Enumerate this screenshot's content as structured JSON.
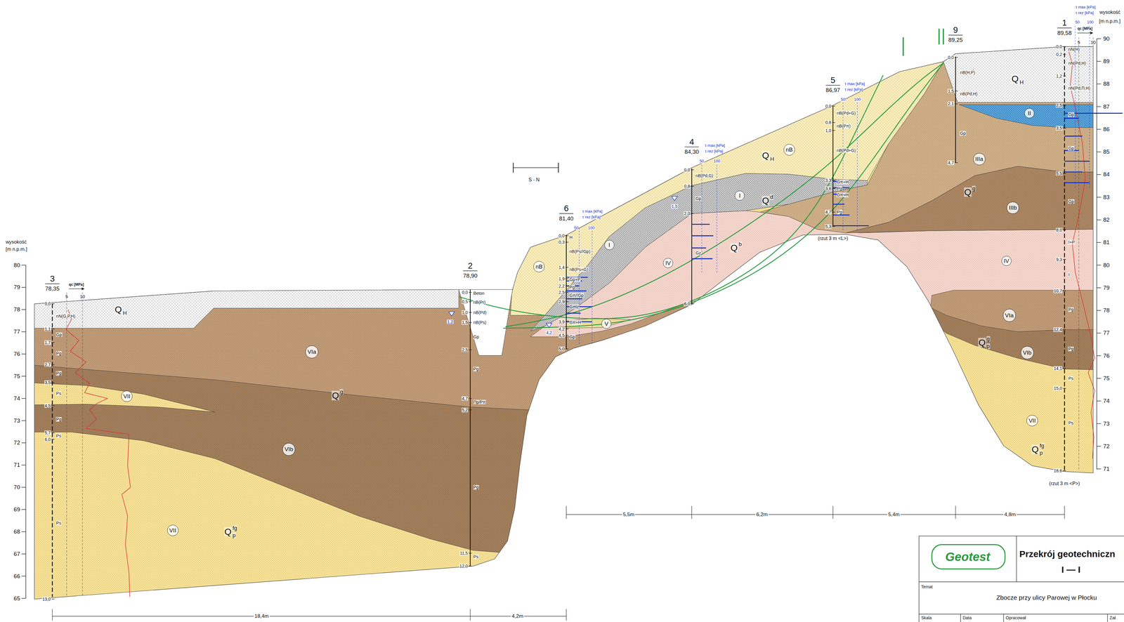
{
  "diagram": {
    "nodes": [
      {
        "text": [
          "VIa"
        ]
      },
      {
        "text": [
          "VII"
        ]
      },
      {
        "text": [
          "VIb"
        ]
      },
      {
        "text": [
          "VII"
        ]
      },
      {
        "text": [
          "nB"
        ]
      },
      {
        "text": [
          "I"
        ]
      },
      {
        "text": [
          "V"
        ]
      },
      {
        "text": [
          "IV"
        ]
      },
      {
        "text": [
          "I"
        ]
      },
      {
        "text": [
          "nB"
        ]
      },
      {
        "text": [
          "II"
        ]
      },
      {
        "text": [
          "IIIa"
        ]
      },
      {
        "text": [
          "IIIb"
        ]
      },
      {
        "text": [
          "IV"
        ]
      },
      {
        "text": [
          "VIa"
        ]
      },
      {
        "text": [
          "VIb"
        ]
      },
      {
        "text": [
          "VII"
        ]
      }
    ],
    "labels": [
      "wysokość",
      "[m n.p.m.]",
      "80",
      "79",
      "78",
      "77",
      "76",
      "75",
      "74",
      "73",
      "72",
      "71",
      "70",
      "69",
      "68",
      "67",
      "66",
      "65",
      "τ max [kPa]",
      "τ rez [kPa]",
      "wysokość",
      "[m n.p.m.]",
      "1",
      "89,58",
      "50",
      "100",
      "qc [MPa]",
      "5",
      "10",
      "90",
      "89",
      "88",
      "87",
      "86",
      "85",
      "84",
      "83",
      "82",
      "81",
      "80",
      "79",
      "78",
      "77",
      "76",
      "75",
      "74",
      "73",
      "72",
      "71",
      "3",
      "78,35",
      "qc [MPa]",
      "5",
      "10",
      "0,0",
      "1,1",
      "1,7",
      "2,7",
      "3,5",
      "4,5",
      "5,7",
      "6,0",
      "13,0",
      "nN(G,P,H)",
      "Gp",
      "Pg",
      "Pg",
      "Ps",
      "Pg",
      "Ps",
      "Ps",
      "2",
      "78,90",
      "0,0",
      "0,5",
      "1,0",
      "1,5",
      "2,5",
      "4,7",
      "5,2",
      "11,5",
      "12,0",
      "Beton",
      "nB(Pr)",
      "nB(Pd)",
      "nB(Ps)",
      "Gp",
      "Pg",
      "Πp/Pπ",
      "Pg",
      "Ps",
      "1,2",
      "6",
      "81,40",
      "τ max [kPa]",
      "τ rez [kPa]",
      "50",
      "100",
      "0,0",
      "0,3",
      "1,4",
      "1,9",
      "2,2",
      "2,5",
      "2,9",
      "3,9",
      "4,2",
      "4,5",
      "5,0",
      "H",
      "nB(Ps//Gp)",
      "nB(Ps+G)",
      "Gp+P",
      "Pg",
      "Gπ//Gp",
      "Gπtz",
      "Gπ+H",
      "Gp",
      "4,2",
      "4",
      "84,30",
      "τ max [kPa]",
      "τ rez [kPa]",
      "50",
      "100",
      "0,0",
      "0,8",
      "2,0",
      "6,0",
      "nB(Pd,G)",
      "Gp",
      "Gz",
      "1,5",
      "5",
      "86,97",
      "τ max [kPa]",
      "τ rez [kPa]",
      "50",
      "100",
      "0,0",
      "0,8",
      "1,0",
      "3,3",
      "3,6",
      "4,7",
      "5,3",
      "nB(Pd+G)",
      "nB(Pπ)",
      "nB(Pd+G)",
      "Gπ+H",
      "Pg",
      "Gπ+H",
      "Pg",
      "(rzut 3 m <L>)",
      "9",
      "89,25",
      "0,0",
      "1,5",
      "2,1",
      "4,7",
      "nB(H,P)",
      "nB(Pd,H)",
      "Gp",
      "0,0",
      "0,2",
      "1,2",
      "2,5",
      "3,5",
      "5,5",
      "8,0",
      "9,3",
      "10,7",
      "12,4",
      "14,1",
      "15,0",
      "18,6",
      "nN(H)",
      "nN(Pd,H)",
      "nN(Pd,Π,H)",
      "Gp",
      "Gp",
      "Gp",
      "I+P",
      "I",
      "Pg",
      "Pg",
      "Ps",
      "Ps",
      "(rzut 3 m <P>)",
      "Q",
      "H",
      "Q",
      "H",
      "Q",
      "H",
      "Q",
      "d",
      "Q",
      "b",
      "Q",
      "g",
      "Q",
      "p",
      "fg",
      "Q",
      "g",
      "Q",
      "p",
      "g",
      "Q",
      "p",
      "fg",
      "5,5m",
      "6,2m",
      "5,4m",
      "4,8m",
      "18,4m",
      "4,2m",
      "S - N",
      "Geotest",
      "Przekrój geotechniczn",
      "I — I",
      "Temat",
      "Zbocze przy ulicy Parowej w Płocku",
      "Skala",
      "Data",
      "Opracował",
      "Zał."
    ]
  }
}
